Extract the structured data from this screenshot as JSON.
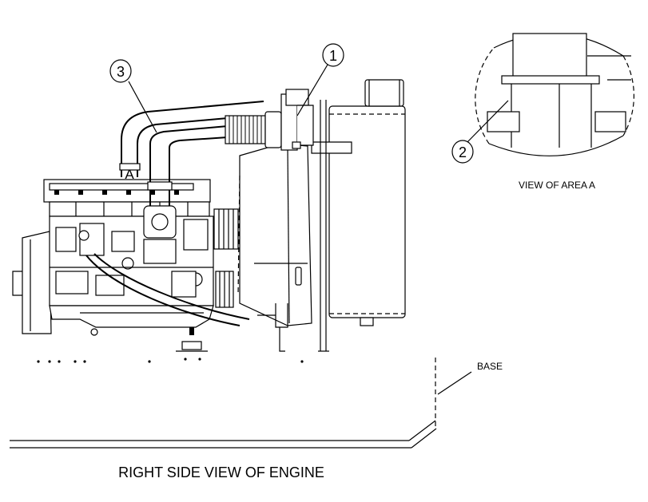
{
  "callouts": [
    {
      "number": "1"
    },
    {
      "number": "2"
    },
    {
      "number": "3"
    }
  ],
  "labels": {
    "area_marker": "A",
    "detail_caption": "VIEW OF AREA  A",
    "base_label": "BASE",
    "main_caption": "RIGHT SIDE VIEW OF ENGINE"
  }
}
